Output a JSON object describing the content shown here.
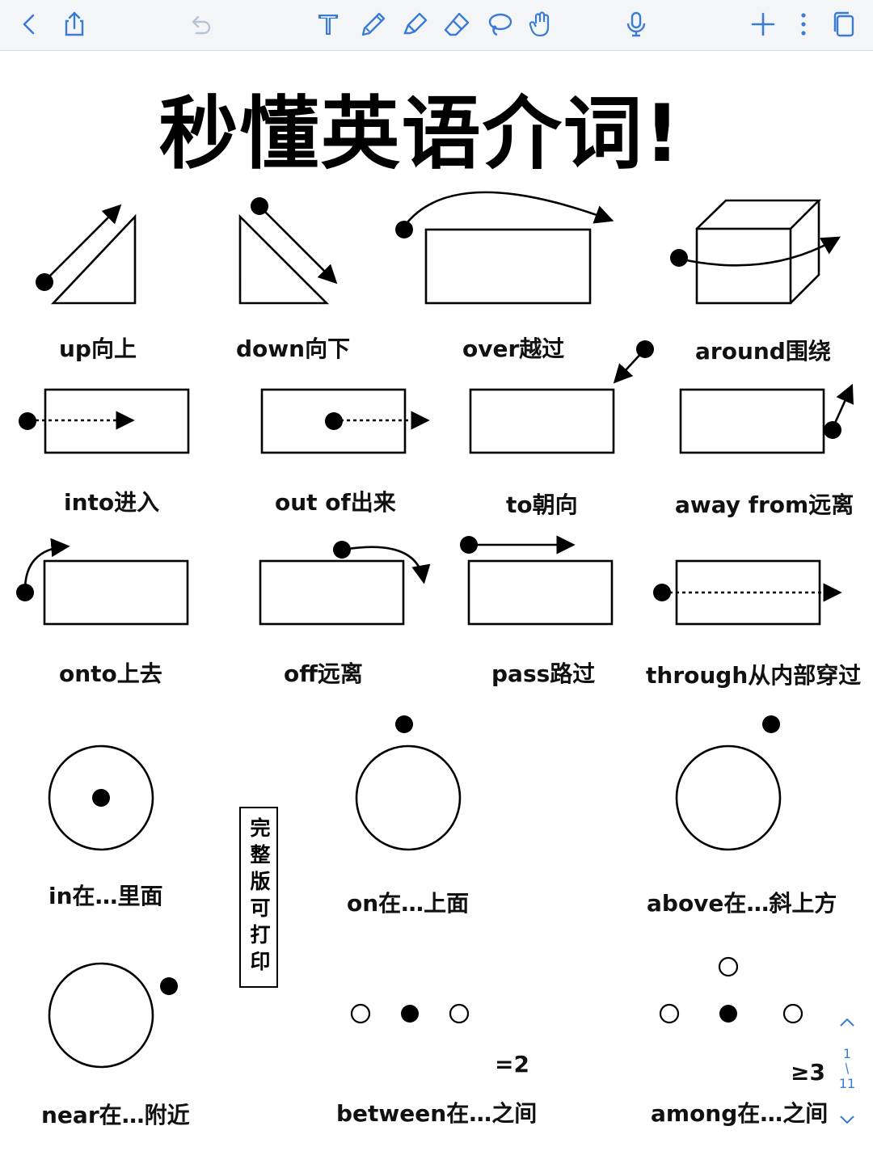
{
  "toolbar": {
    "accent_color": "#3a7bd5",
    "icons": [
      "back-icon",
      "share-icon",
      "undo-icon",
      "text-tool-icon",
      "pen-tool-icon",
      "highlighter-icon",
      "eraser-icon",
      "lasso-icon",
      "hand-tool-icon",
      "microphone-icon",
      "add-icon",
      "more-icon",
      "pages-icon"
    ]
  },
  "title": "秒懂英语介词!",
  "labels": {
    "up": "up向上",
    "down": "down向下",
    "over": "over越过",
    "around": "around围绕",
    "into": "into进入",
    "out_of": "out of出来",
    "to": "to朝向",
    "away_from": "away from远离",
    "onto": "onto上去",
    "off": "off远离",
    "pass": "pass路过",
    "through": "through从内部穿过",
    "in": "in在…里面",
    "on": "on在…上面",
    "above": "above在…斜上方",
    "near": "near在…附近",
    "between": "between在…之间",
    "among": "among在…之间",
    "between_count": "=2",
    "among_count": "≥3"
  },
  "badge": "完整版可打印",
  "pager": {
    "current": "1",
    "separator": "/",
    "total": "11"
  }
}
